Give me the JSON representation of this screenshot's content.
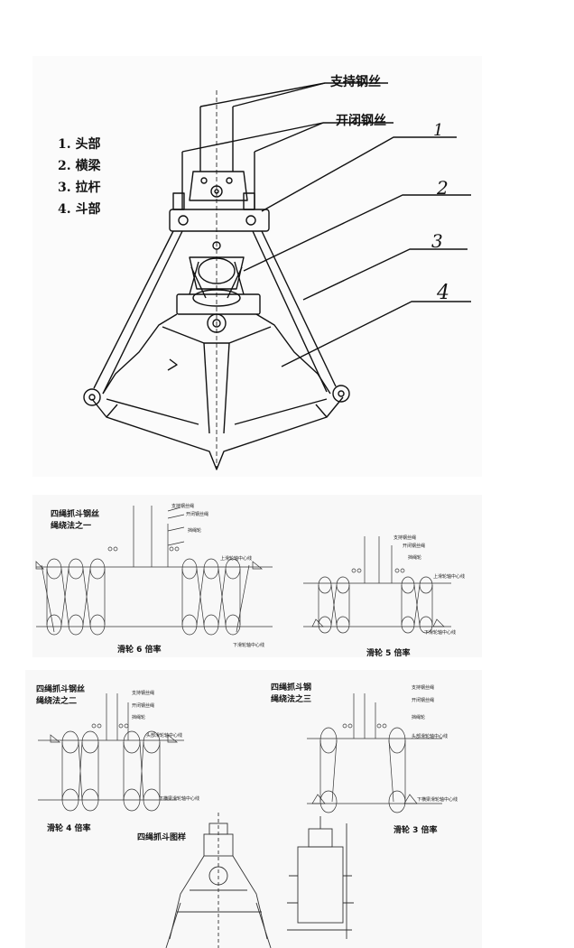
{
  "top": {
    "legend": [
      "1. 头部",
      "2. 横梁",
      "3. 拉杆",
      "4. 斗部"
    ],
    "label_support": "支持钢丝",
    "label_open": "开闭钢丝",
    "callouts": [
      "1",
      "2",
      "3",
      "4"
    ]
  },
  "middle": {
    "title_line1": "四绳抓斗钢丝",
    "title_line2": "绳绕法之一",
    "left": {
      "support": "支持钢丝绳",
      "open": "开闭钢丝绳",
      "guide": "挡绳轮",
      "upper_axis": "上滑轮轴中心线",
      "lower_axis": "下滑轮轴中心线",
      "caption": "滑轮 6 倍率"
    },
    "right": {
      "support": "支持钢丝绳",
      "open": "开闭钢丝绳",
      "guide": "挡绳轮",
      "upper_axis": "上滑轮轴中心线",
      "lower_axis": "下滑轮轴中心线",
      "caption": "滑轮 5 倍率"
    }
  },
  "bottom": {
    "left": {
      "title_line1": "四绳抓斗钢丝",
      "title_line2": "绳绕法之二",
      "support": "支持钢丝绳",
      "open": "开闭钢丝绳",
      "guide": "挡绳轮",
      "upper_axis": "头部滑轮轴中心线",
      "lower_axis": "下横梁滑轮轴中心线",
      "caption": "滑轮 4 倍率"
    },
    "right": {
      "title_line1": "四绳抓斗钢",
      "title_line2": "绳绕法之三",
      "support": "支持钢丝绳",
      "open": "开闭钢丝绳",
      "guide": "挡绳轮",
      "upper_axis": "头部滑轮轴中心线",
      "lower_axis": "下横梁滑轮轴中心线",
      "caption": "滑轮 3 倍率"
    },
    "drawing_title": "四绳抓斗图样"
  }
}
